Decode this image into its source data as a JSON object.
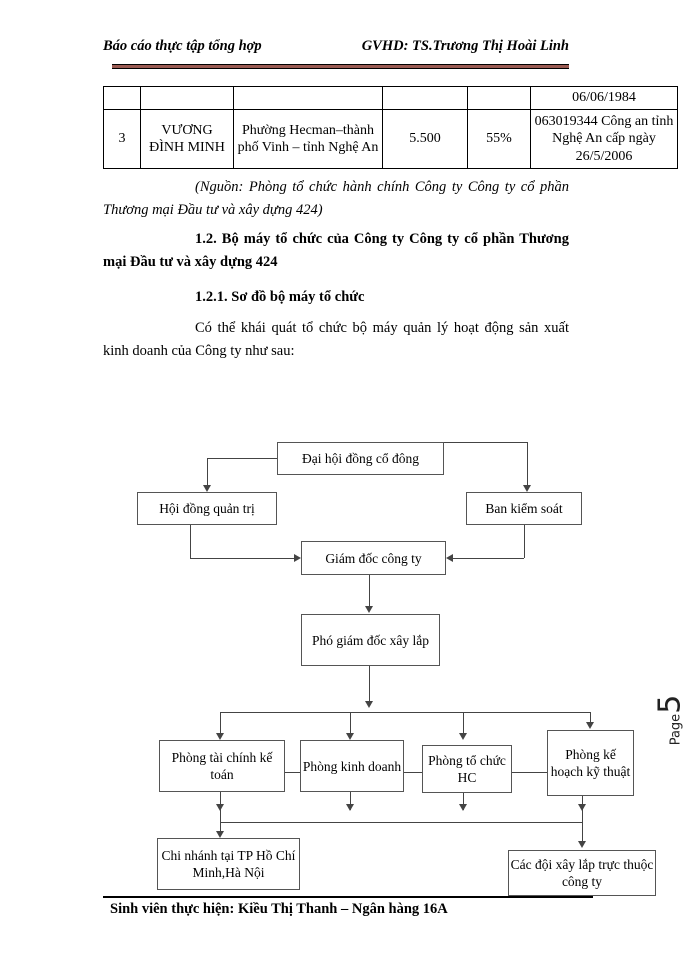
{
  "header": {
    "left": "Báo cáo thực tập tổng hợp",
    "right": "GVHD: TS.Trương Thị Hoài Linh"
  },
  "table": {
    "top_row": {
      "date": "06/06/1984"
    },
    "main_row": {
      "no": "3",
      "name": "VƯƠNG ĐÌNH MINH",
      "address": "Phường Hecman–thành phố Vinh – tỉnh Nghệ An",
      "amount": "5.500",
      "percent": "55%",
      "id_info": "063019344 Công an tỉnh Nghệ An cấp ngày 26/5/2006"
    }
  },
  "body": {
    "source_note": "(Nguồn: Phòng tổ chức hành chính Công ty Công ty cổ phần Thương mại Đầu tư và xây dựng 424)",
    "heading_1_2": "1.2. Bộ máy tổ chức của Công ty Công ty cổ phần Thương mại Đầu tư và xây dựng 424",
    "heading_1_2_1": "1.2.1. Sơ đồ bộ máy tổ chức",
    "intro": "Có thể khái quát tổ chức bộ máy quản lý hoạt động sản xuất kinh doanh của Công ty như sau:"
  },
  "page_number": {
    "word": "Page",
    "value": "5"
  },
  "org_chart": {
    "type": "diagram",
    "nodes": [
      {
        "id": "shareholders",
        "label": "Đại hội đồng cổ đông"
      },
      {
        "id": "board",
        "label": "Hội đồng quản trị"
      },
      {
        "id": "supervisory",
        "label": "Ban kiểm soát"
      },
      {
        "id": "director",
        "label": "Giám đốc công ty"
      },
      {
        "id": "deputy",
        "label": "Phó giám đốc xây lắp"
      },
      {
        "id": "finance",
        "label": "Phòng tài chính kế toán"
      },
      {
        "id": "business",
        "label": "Phòng kinh doanh"
      },
      {
        "id": "hr",
        "label": "Phòng tổ chức HC"
      },
      {
        "id": "planning",
        "label": "Phòng kế hoạch kỹ thuật"
      },
      {
        "id": "branches",
        "label": "Chi nhánh tại TP Hồ Chí Minh,Hà Nội"
      },
      {
        "id": "teams",
        "label": "Các đội xây lắp trực thuộc công ty"
      }
    ]
  },
  "footer": {
    "text": "Sinh viên thực hiện: Kiều Thị Thanh – Ngân hàng 16A"
  }
}
